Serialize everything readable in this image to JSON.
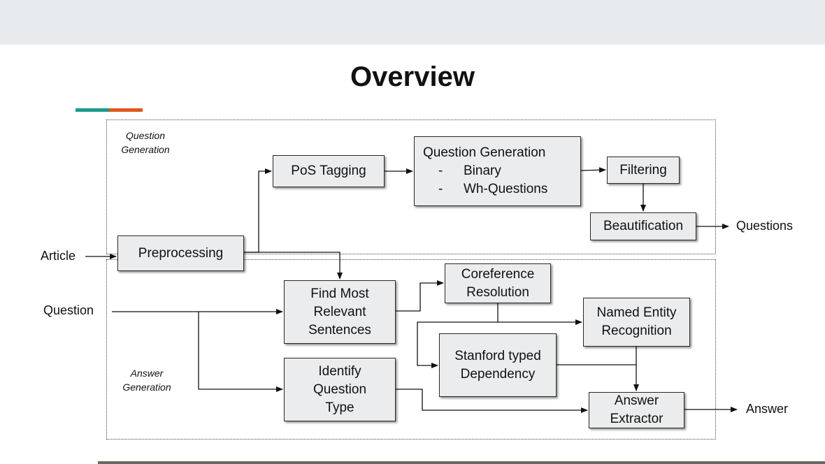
{
  "slide": {
    "title": "Overview",
    "colors": {
      "accent_teal": "#1a9a8c",
      "accent_orange": "#e0571c",
      "band": "#e8ebed",
      "box_fill": "#ebeced"
    }
  },
  "regions": {
    "question_generation": [
      "Question",
      "Generation"
    ],
    "answer_generation": [
      "Answer",
      "Generation"
    ]
  },
  "inputs": {
    "article": "Article",
    "question": "Question"
  },
  "outputs": {
    "questions": "Questions",
    "answer": "Answer"
  },
  "nodes": {
    "preprocessing": "Preprocessing",
    "pos_tagging": "PoS Tagging",
    "question_generation": {
      "title": "Question Generation",
      "items": [
        "Binary",
        "Wh-Questions"
      ],
      "bullet": "-"
    },
    "filtering": "Filtering",
    "beautification": "Beautification",
    "find_relevant": "Find Most\nRelevant\nSentences",
    "coreference": "Coreference\nResolution",
    "ner": "Named Entity\nRecognition",
    "stanford": "Stanford typed\nDependency",
    "identify_type": "Identify\nQuestion\nType",
    "answer_extractor": "Answer\nExtractor"
  }
}
